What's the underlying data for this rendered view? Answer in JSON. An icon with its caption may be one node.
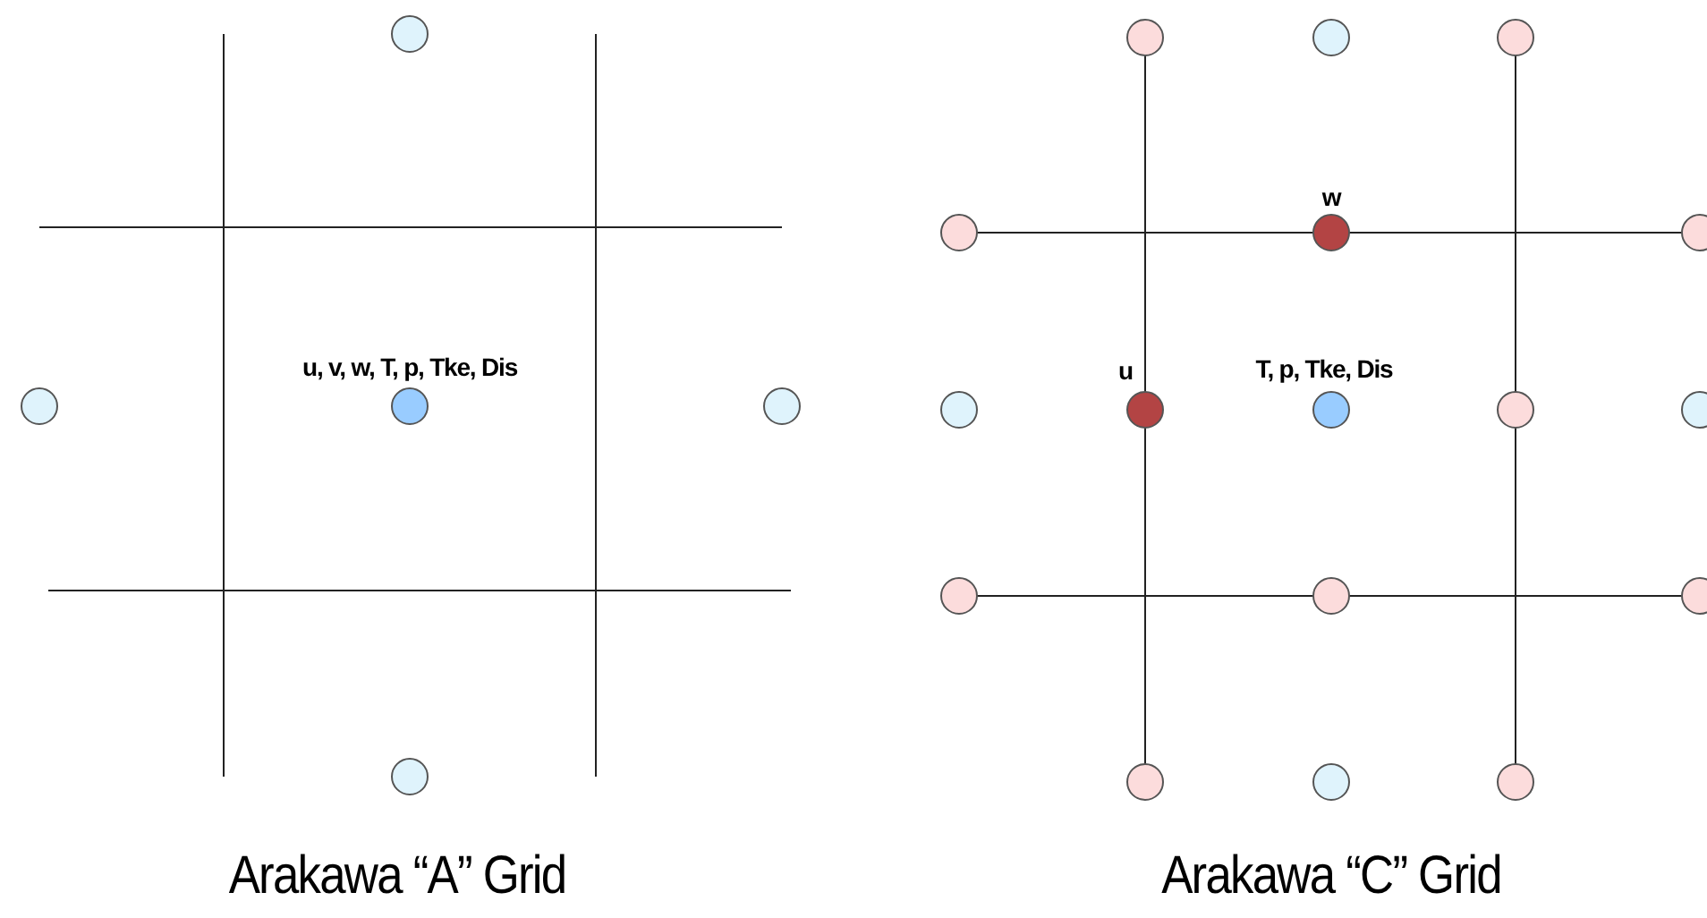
{
  "diagram": {
    "labels": [
      "u, v, w, T, p, Tke, Dis",
      "w",
      "u",
      "T, p, Tke, Dis",
      "Arakawa “A” Grid",
      "Arakawa “C” Grid"
    ]
  }
}
